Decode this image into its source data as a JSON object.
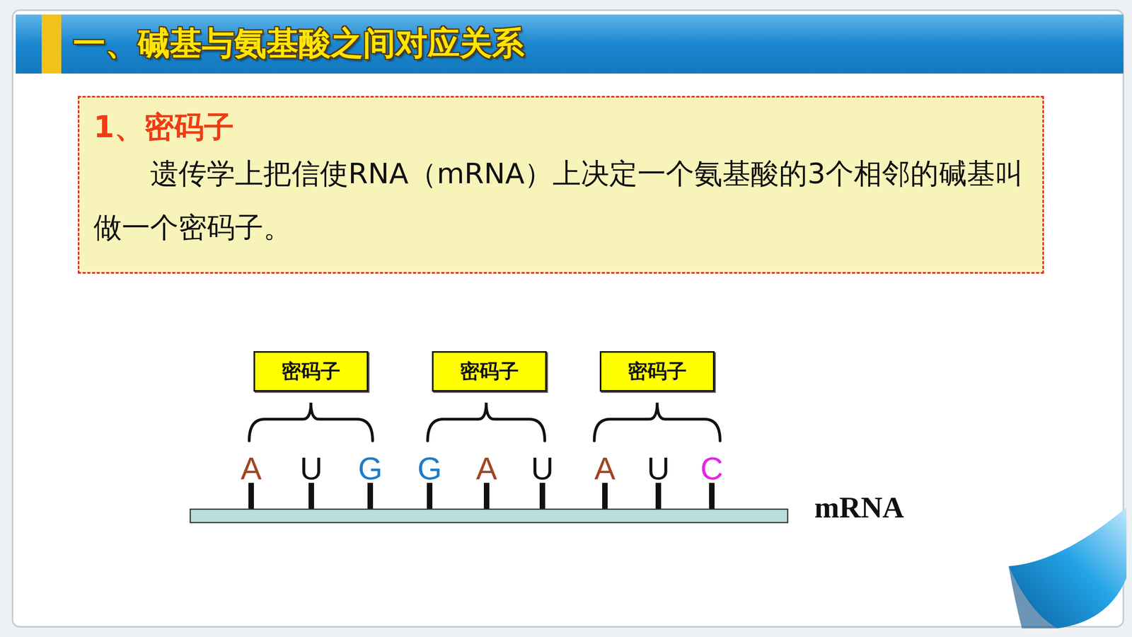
{
  "diagram": {
    "title": "一、碱基与氨基酸之间对应关系",
    "nodes": [
      {
        "text": [
          "1、密码子",
          "遗传学上把信使RNA（mRNA）上决定一个氨基酸的3个相邻的碱基叫做一个密码子。"
        ]
      },
      {
        "text": [
          "密码子"
        ]
      },
      {
        "text": [
          "密码子"
        ]
      },
      {
        "text": [
          "密码子"
        ]
      }
    ],
    "labels": [
      "A",
      "U",
      "G",
      "G",
      "A",
      "U",
      "A",
      "U",
      "C",
      "mRNA"
    ]
  }
}
